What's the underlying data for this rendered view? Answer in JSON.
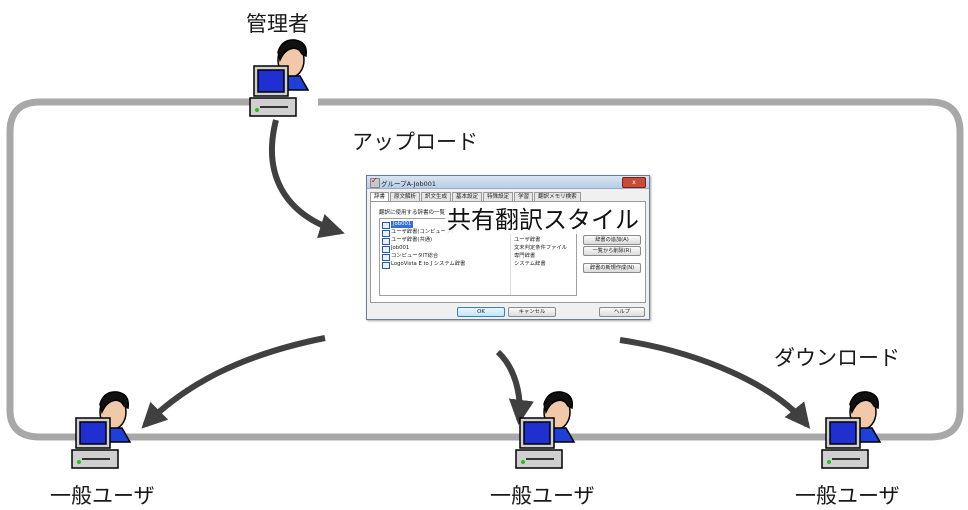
{
  "labels": {
    "admin": "管理者",
    "upload": "アップロード",
    "download": "ダウンロード",
    "user_left": "一般ユーザ",
    "user_center": "一般ユーザ",
    "user_right": "一般ユーザ"
  },
  "dialog": {
    "title": "グループA-Job001",
    "close": "x",
    "tabs": [
      "辞書",
      "原文解析",
      "訳文生成",
      "基本設定",
      "特殊設定",
      "学習",
      "翻訳メモリ検索"
    ],
    "group_title": "翻訳に使用する辞書の一覧",
    "overlay": "共有翻訳スタイル",
    "rows": [
      {
        "name": "Job001",
        "type": "",
        "selected": true
      },
      {
        "name": "ユーザ辞書(コンピュータ)",
        "type": ""
      },
      {
        "name": "ユーザ辞書(共通)",
        "type": "ユーザ辞書"
      },
      {
        "name": "Job001",
        "type": "文末判定条件ファイル"
      },
      {
        "name": "コンピュータIT総合",
        "type": "専門辞書"
      },
      {
        "name": "LogoVista E to J システム辞書",
        "type": "システム辞書"
      }
    ],
    "side_buttons": [
      "辞書の追加(A)",
      "一覧から削除(R)",
      "辞書の新規作成(N)"
    ],
    "ok": "OK",
    "cancel": "キャンセル",
    "help": "ヘルプ"
  },
  "colors": {
    "loop": "#a8a8a8",
    "arrow": "#404040",
    "monitor_screen": "#1f2fd0",
    "monitor_body": "#d0d0d0"
  }
}
